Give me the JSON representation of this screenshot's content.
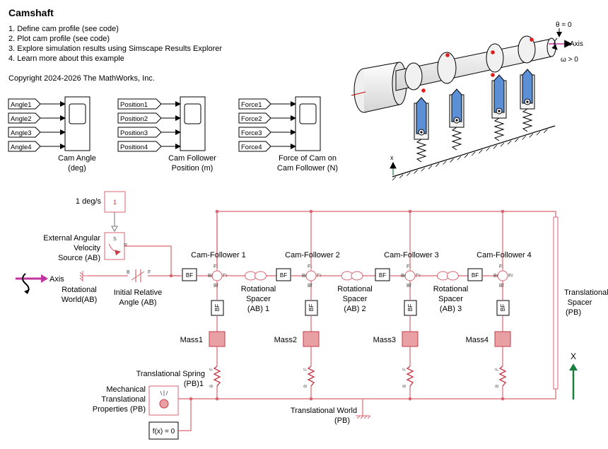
{
  "header": {
    "title": "Camshaft",
    "steps": [
      "1. Define cam profile (see code)",
      "2. Plot cam profile (see code)",
      "3. Explore simulation results using Simscape Results Explorer",
      "4. Learn more about this example"
    ],
    "copyright": "Copyright 2024-2026 The MathWorks, Inc."
  },
  "scopes": [
    {
      "inputs": [
        "Angle1",
        "Angle2",
        "Angle3",
        "Angle4"
      ],
      "caption": [
        "Cam Angle",
        "(deg)"
      ]
    },
    {
      "inputs": [
        "Position1",
        "Position2",
        "Position3",
        "Position4"
      ],
      "caption": [
        "Cam Follower",
        "Position (m)"
      ]
    },
    {
      "inputs": [
        "Force1",
        "Force2",
        "Force3",
        "Force4"
      ],
      "caption": [
        "Force of Cam on",
        "Cam Follower (N)"
      ]
    }
  ],
  "illustration": {
    "theta_label": "θ = 0",
    "omega_label": "ω > 0",
    "axis_label": "Axis",
    "x_label": "x"
  },
  "model": {
    "source_const_unit": "1 deg/s",
    "source_const_value": "1",
    "angular_source_label": [
      "External Angular",
      "Velocity",
      "Source (AB)"
    ],
    "axis_label": "Axis",
    "rot_world_label": [
      "Rotational",
      "World(AB)"
    ],
    "init_angle_label": [
      "Initial Relative",
      "Angle (AB)"
    ],
    "cam_followers": [
      "Cam-Follower 1",
      "Cam-Follower 2",
      "Cam-Follower 3",
      "Cam-Follower 4"
    ],
    "spacers": [
      [
        "Rotational",
        "Spacer",
        "(AB) 1"
      ],
      [
        "Rotational",
        "Spacer",
        "(AB) 2"
      ],
      [
        "Rotational",
        "Spacer",
        "(AB) 3"
      ]
    ],
    "masses": [
      "Mass1",
      "Mass2",
      "Mass3",
      "Mass4"
    ],
    "spring_label": [
      "Translational Spring",
      "(PB)1"
    ],
    "mech_props_label": [
      "Mechanical",
      "Translational",
      "Properties (PB)"
    ],
    "solver_label": "f(x) = 0",
    "trans_world_label": [
      "Translational World",
      "(PB)"
    ],
    "trans_spacer_label": [
      "Translational",
      "Spacer",
      "(PB)"
    ],
    "x_label": "X",
    "bf_label": "BF",
    "port_labels": {
      "b": "B",
      "f": "F",
      "s": "S",
      "r": "R",
      "ft": "Ft",
      "br": "Br",
      "fr": "Fr",
      "bf": "Bf"
    }
  },
  "colors": {
    "model_line": "#d9666f",
    "block_fill": "#e8a0a4",
    "cam_blue": "#5b8fd6",
    "axis_magenta": "#c0359e",
    "arrow_green": "#1a7f3c"
  }
}
